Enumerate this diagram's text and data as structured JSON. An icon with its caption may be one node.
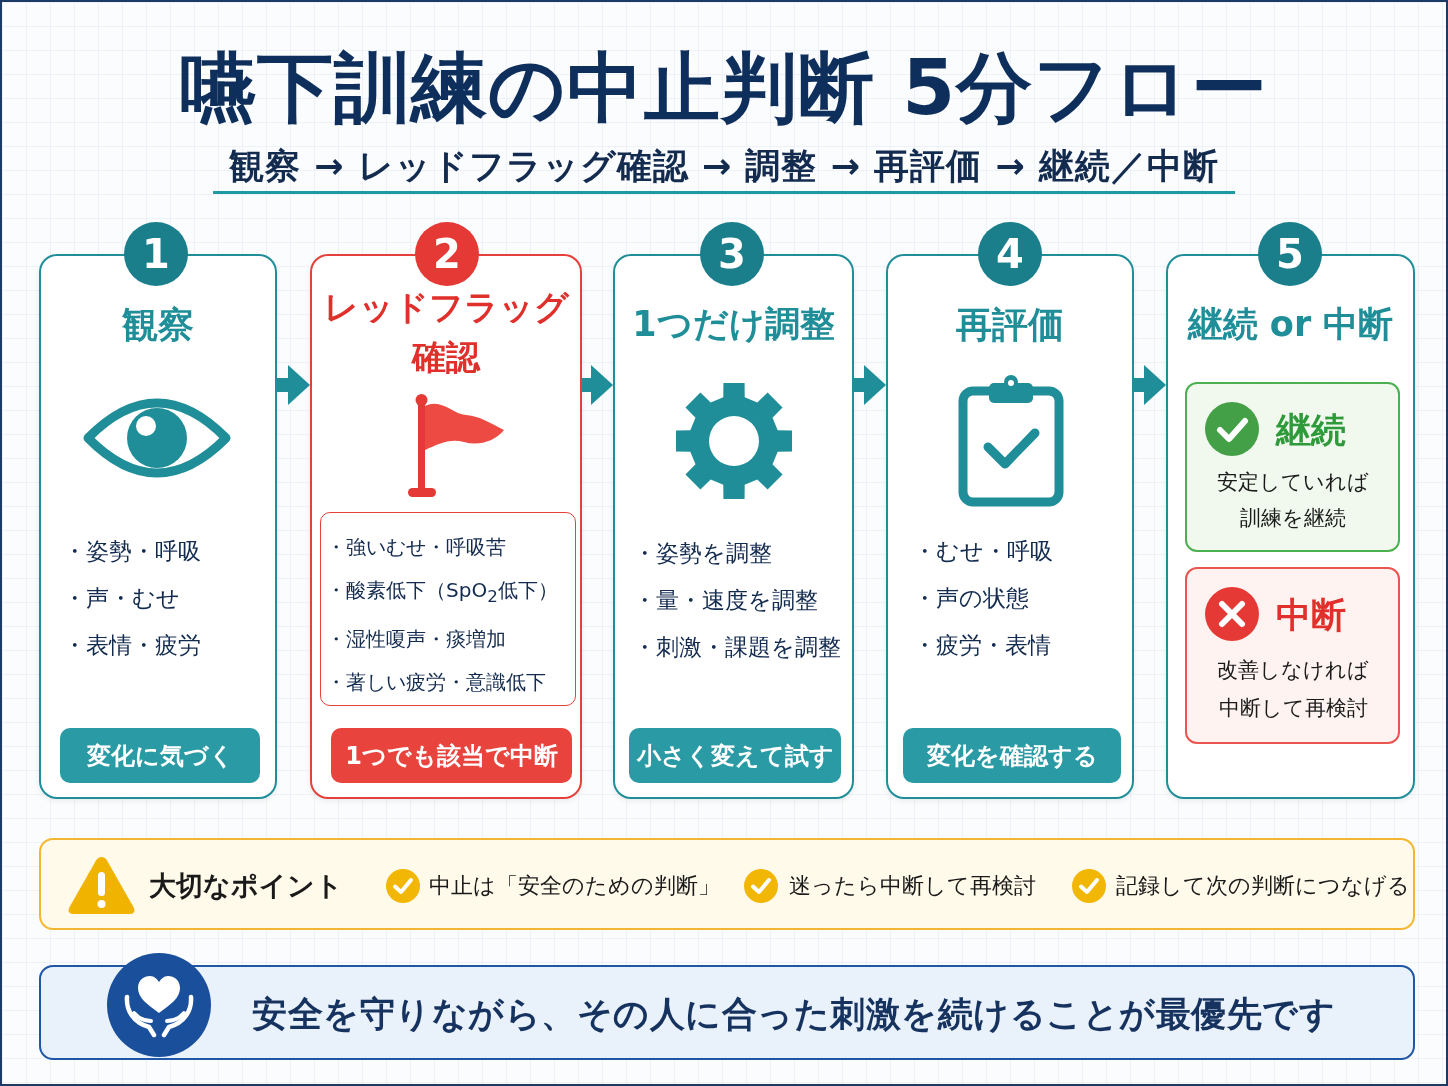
{
  "diagram": {
    "title": "嚥下訓練の中止判断 5分フロー",
    "nodes": [
      {
        "text": [
          "1"
        ]
      },
      {
        "text": [
          "観察",
          "・姿勢・呼吸",
          "・声・むせ",
          "・表情・疲労"
        ]
      },
      {
        "text": [
          "変化に気づく"
        ],
        "in": 1
      },
      {
        "text": [
          "2"
        ]
      },
      {
        "text": [
          "レッドフラッグ確認"
        ]
      },
      {
        "text": [
          "・強いむせ・呼吸苦",
          "・酸素低下（SpO$_{2}$低下）",
          "・湿性嗄声・痰増加",
          "・著しい疲労・意識低下"
        ],
        "in": 4
      },
      {
        "text": [
          "1つでも該当で中断"
        ],
        "in": 4
      },
      {
        "text": [
          "3"
        ]
      },
      {
        "text": [
          "1つだけ調整",
          "・姿勢を調整",
          "・量・速度を調整",
          "・刺激・課題を調整"
        ]
      },
      {
        "text": [
          "小さく変えて試す"
        ],
        "in": 8
      },
      {
        "text": [
          "4"
        ]
      },
      {
        "text": [
          "再評価",
          "・むせ・呼吸",
          "・声の状態",
          "・疲労・表情"
        ]
      },
      {
        "text": [
          "変化を確認する"
        ],
        "in": 11
      },
      {
        "text": [
          "5"
        ]
      },
      {
        "text": [
          "継続 or 中断"
        ]
      },
      {
        "text": [
          "継続",
          "安定していれば訓練を継続"
        ],
        "in": 14
      },
      {
        "text": [
          "中断",
          "改善しなければ中断して再検討"
        ],
        "in": 14
      },
      {
        "text": [
          "大切なポイント",
          "中止は「安全のための判断」",
          "迷ったら中断して再検討",
          "記録して次の判断につなげる"
        ]
      },
      {
        "text": [
          "安全を守りながら、その人に合った刺激を続けることが最優先です"
        ]
      }
    ],
    "edges": [
      {
        "from": 1,
        "to": 4,
        "arrow": "to"
      },
      {
        "from": 4,
        "to": 8,
        "arrow": "to"
      },
      {
        "from": 8,
        "to": 11,
        "arrow": "to"
      },
      {
        "from": 11,
        "to": 14,
        "arrow": "to"
      }
    ],
    "labels": [
      "観察 → レッドフラッグ確認 → 調整 → 再評価 → 継続／中断"
    ]
  }
}
